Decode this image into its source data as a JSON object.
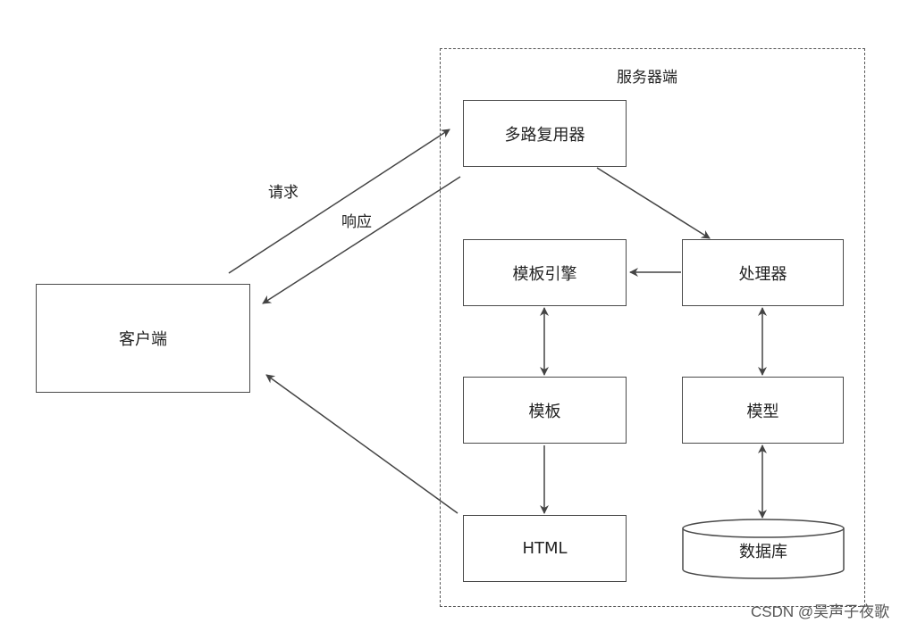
{
  "diagram": {
    "server_label": "服务器端",
    "client": "客户端",
    "multiplexer": "多路复用器",
    "template_engine": "模板引擎",
    "handler": "处理器",
    "template": "模板",
    "model": "模型",
    "html": "HTML",
    "database": "数据库",
    "request_label": "请求",
    "response_label": "响应"
  },
  "watermark": "CSDN @吴声子夜歌"
}
